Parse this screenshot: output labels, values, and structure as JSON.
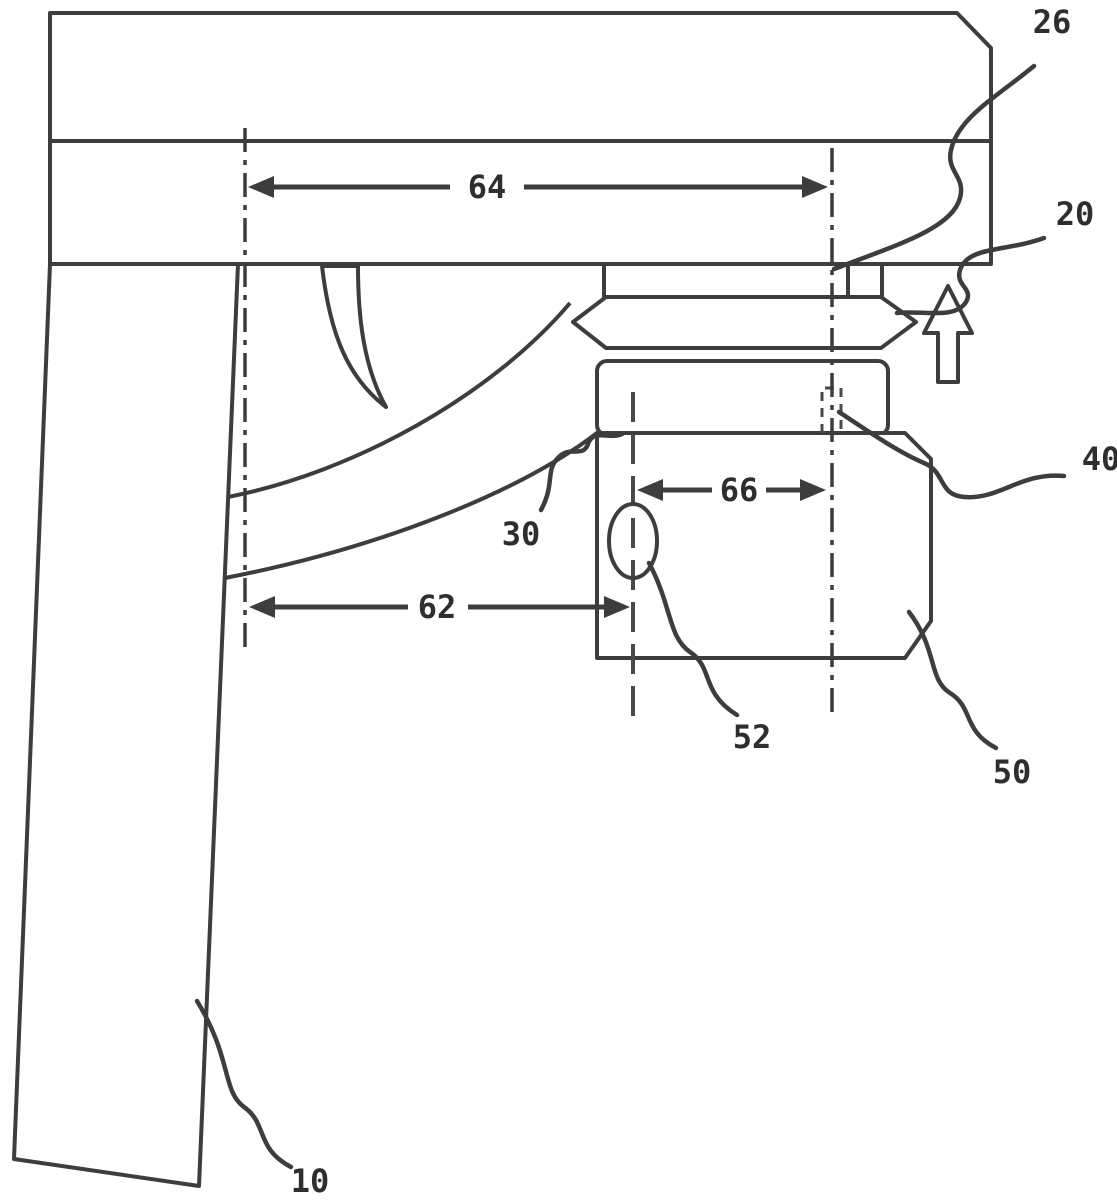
{
  "figure": {
    "reference_labels": {
      "n10": "10",
      "n20": "20",
      "n26": "26",
      "n30": "30",
      "n40": "40",
      "n50": "50",
      "n52": "52"
    },
    "dimension_labels": {
      "n62": "62",
      "n64": "64",
      "n66": "66"
    },
    "colors": {
      "stroke": "#3d3d3d",
      "background": "#ffffff"
    }
  }
}
